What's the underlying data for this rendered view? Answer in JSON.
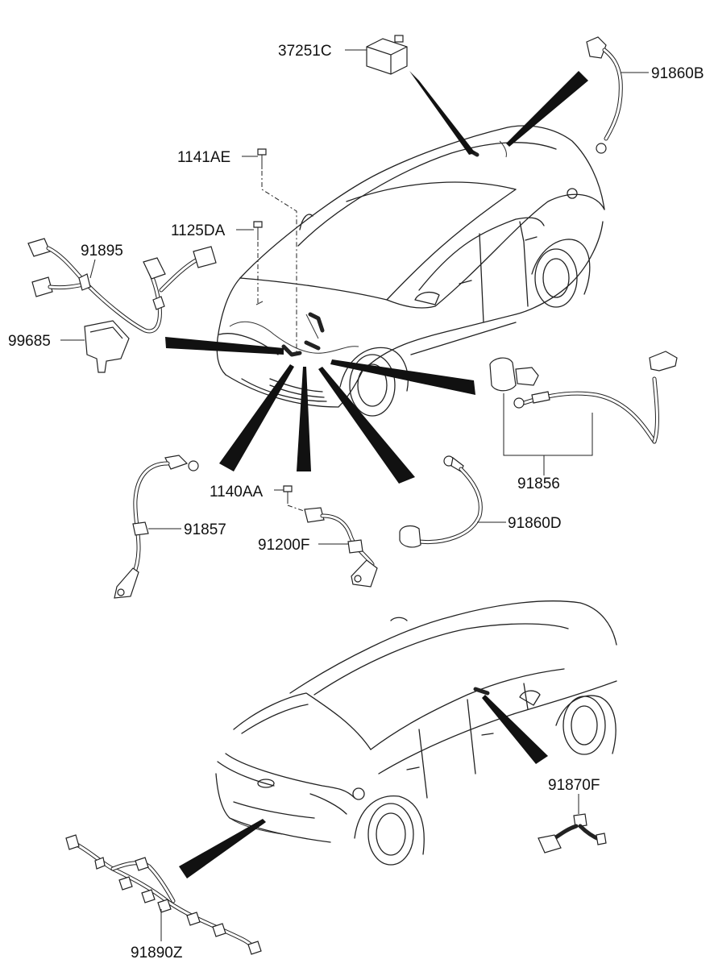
{
  "parts": {
    "p37251C": "37251C",
    "p91860B": "91860B",
    "p1141AE": "1141AE",
    "p1125DA": "1125DA",
    "p91895": "91895",
    "p99685": "99685",
    "p91856": "91856",
    "p1140AA": "1140AA",
    "p91857": "91857",
    "p91200F": "91200F",
    "p91860D": "91860D",
    "p91870F": "91870F",
    "p91890Z": "91890Z"
  }
}
